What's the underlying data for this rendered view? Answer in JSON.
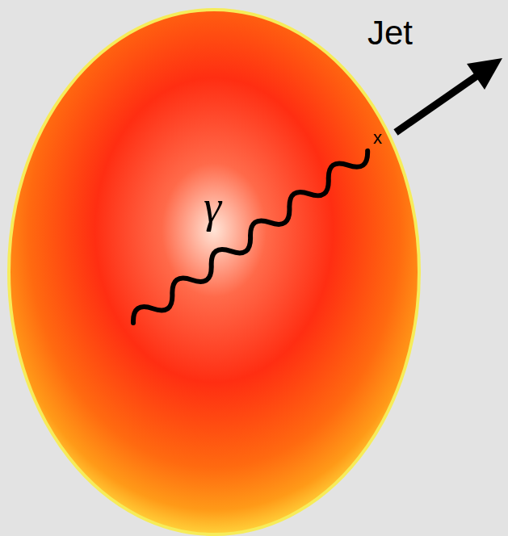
{
  "diagram": {
    "labels": [
      "γ",
      "x",
      "Jet"
    ]
  }
}
